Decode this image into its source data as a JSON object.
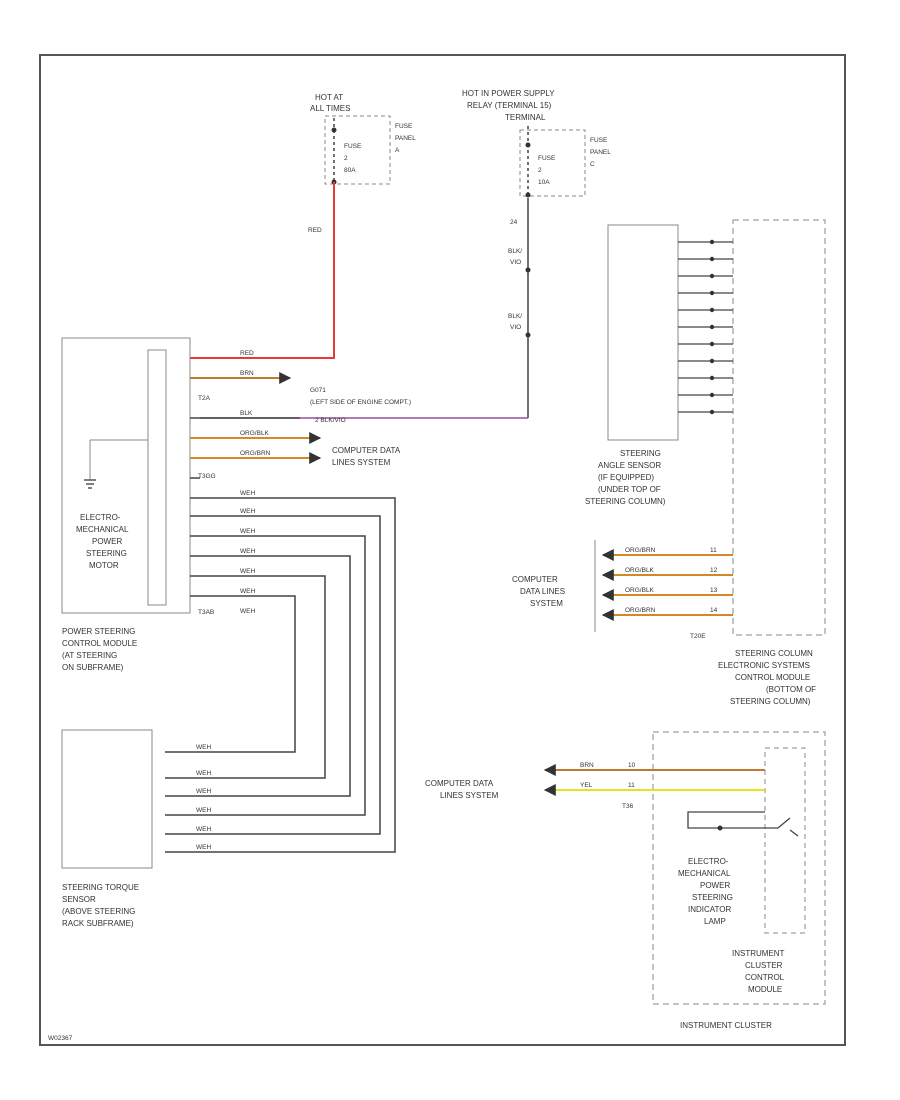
{
  "power": {
    "hot_at_all_times": [
      "HOT AT",
      "ALL TIMES"
    ],
    "hot_in_relay": [
      "HOT IN POWER SUPPLY",
      "RELAY (TERMINAL 15)",
      "TERMINAL"
    ],
    "fuse_a": {
      "name": [
        "FUSE",
        "2",
        "80A"
      ],
      "panel": [
        "FUSE",
        "PANEL",
        "A"
      ]
    },
    "fuse_b": {
      "name": [
        "FUSE",
        "2",
        "10A"
      ],
      "panel": [
        "FUSE",
        "PANEL",
        "C"
      ]
    },
    "pin_24": "24",
    "wire_red": "RED",
    "wire_blk_vio_1": [
      "BLK/",
      "VIO"
    ],
    "wire_blk_vio_2": [
      "BLK/",
      "VIO"
    ]
  },
  "module_pst": {
    "motor_label": [
      "ELECTRO-",
      "MECHANICAL",
      "POWER",
      "STEERING",
      "MOTOR"
    ],
    "name": [
      "POWER STEERING",
      "CONTROL MODULE",
      "(AT STEERING",
      "ON SUBFRAME)"
    ],
    "conn_t2a": "T2A",
    "conn_t3gg": "T3GG",
    "conn_t3ab": "T3AB",
    "ground_label": [
      "G071",
      "(LEFT SIDE OF ENGINE COMPT.)"
    ],
    "pin_2": "2",
    "pin_vio": "2 BLK/VIO",
    "wires_top": [
      "RED",
      "BRN"
    ],
    "wires_mid": [
      "BLK",
      "ORG/BLK",
      "ORG/BRN"
    ],
    "wires_sensor": [
      "WEH",
      "WEH",
      "WEH",
      "WEH",
      "WEH",
      "WEH",
      "WEH"
    ],
    "cdl_label": [
      "COMPUTER DATA",
      "LINES SYSTEM"
    ]
  },
  "torque_sensor": {
    "name": [
      "STEERING TORQUE",
      "SENSOR",
      "(ABOVE STEERING",
      "RACK SUBFRAME)"
    ],
    "wires": [
      "WEH",
      "WEH",
      "WEH",
      "WEH",
      "WEH",
      "WEH"
    ]
  },
  "steering_column": {
    "angle_sensor": [
      "STEERING",
      "ANGLE SENSOR",
      "(IF EQUIPPED)",
      "(UNDER TOP OF",
      "STEERING COLUMN)"
    ],
    "cdl_label": [
      "COMPUTER",
      "DATA LINES",
      "SYSTEM"
    ],
    "wires": [
      "ORG/BRN",
      "ORG/BLK",
      "ORG/BLK",
      "ORG/BRN"
    ],
    "pins": [
      "11",
      "12",
      "13",
      "14"
    ],
    "conn": "T20E",
    "module_name": [
      "STEERING COLUMN",
      "ELECTRONIC SYSTEMS",
      "CONTROL MODULE",
      "(BOTTOM OF",
      "STEERING COLUMN)"
    ]
  },
  "instrument_cluster": {
    "cdl_label": [
      "COMPUTER DATA",
      "LINES SYSTEM"
    ],
    "wires": [
      "BRN",
      "YEL"
    ],
    "pins": [
      "10",
      "11"
    ],
    "conn": "T36",
    "lamp": [
      "ELECTRO-",
      "MECHANICAL",
      "POWER",
      "STEERING",
      "INDICATOR",
      "LAMP"
    ],
    "module": [
      "INSTRUMENT",
      "CLUSTER",
      "CONTROL",
      "MODULE"
    ],
    "name": "INSTRUMENT CLUSTER"
  },
  "footer_code": "W02367",
  "colors": {
    "frame": "#555555",
    "wire": "#444444",
    "red_wire": "#e83838",
    "vio_wire": "#9a4fa0",
    "brn_wire": "#c07a30",
    "org_wire": "#d38a25",
    "yel_wire": "#e5e21f",
    "box": "#888888"
  }
}
